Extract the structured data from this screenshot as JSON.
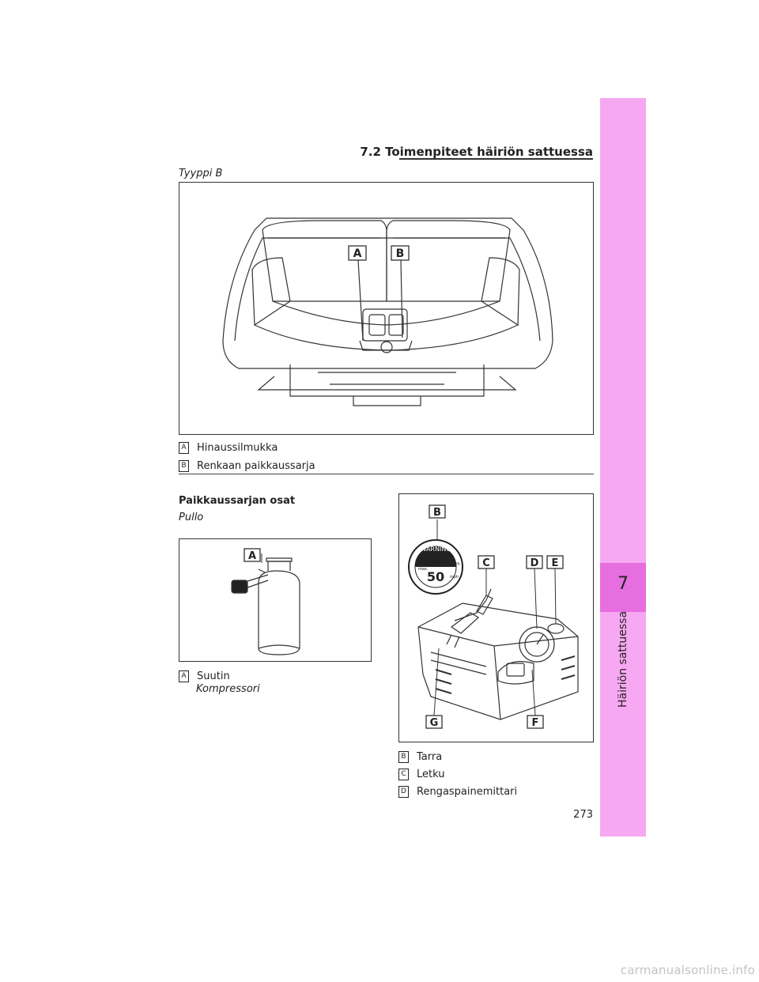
{
  "header": {
    "section_title": "7.2 Toimenpiteet häiriön sattuessa"
  },
  "sidebar": {
    "chapter_number": "7",
    "chapter_title": "Häiriön sattuessa"
  },
  "figure1": {
    "type_label": "Tyyppi B",
    "callouts": [
      "A",
      "B"
    ],
    "legend": [
      {
        "key": "A",
        "text": "Hinaussilmukka"
      },
      {
        "key": "B",
        "text": "Renkaan paikkaussarja"
      }
    ]
  },
  "kit": {
    "heading": "Paikkaussarjan osat",
    "bottle_label": "Pullo",
    "bottle_callout": "A",
    "bottle_legend": {
      "key": "A",
      "text": "Suutin"
    },
    "compressor_label": "Kompressori",
    "compressor_callouts": [
      "B",
      "C",
      "D",
      "E",
      "F",
      "G"
    ],
    "sticker": {
      "top": "WARNING",
      "speed_kmh": "80",
      "speed_mph": "50",
      "unit1": "km/h",
      "unit2": "mph",
      "max": "max."
    },
    "compressor_legend": [
      {
        "key": "B",
        "text": "Tarra"
      },
      {
        "key": "C",
        "text": "Letku"
      },
      {
        "key": "D",
        "text": "Rengaspainemittari"
      }
    ]
  },
  "page_number": "273",
  "watermark": "carmanualsonline.info"
}
